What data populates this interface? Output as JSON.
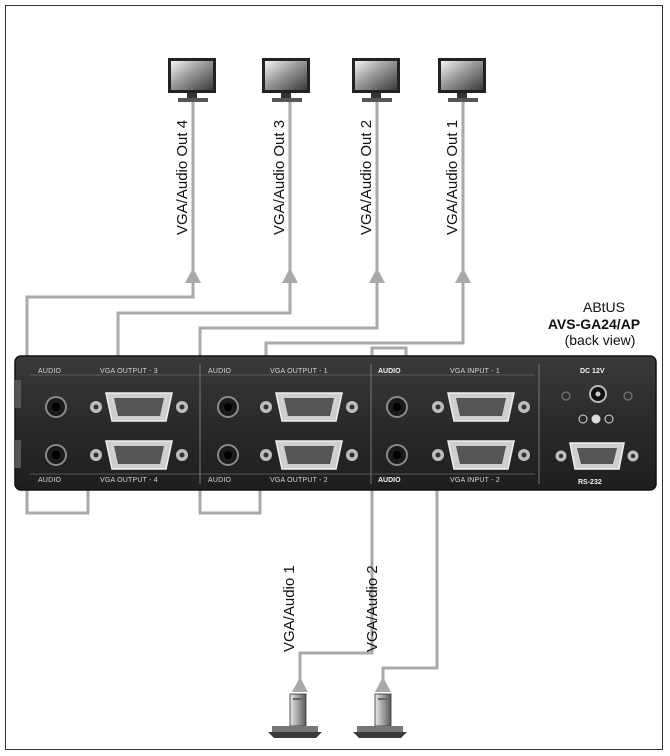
{
  "outputs": [
    {
      "label": "VGA/Audio Out 4"
    },
    {
      "label": "VGA/Audio Out 3"
    },
    {
      "label": "VGA/Audio Out 2"
    },
    {
      "label": "VGA/Audio Out 1"
    }
  ],
  "inputs": [
    {
      "label": "VGA/Audio 1"
    },
    {
      "label": "VGA/Audio 2"
    }
  ],
  "device": {
    "brand": "ABtUS",
    "model": "AVS-GA24/AP",
    "view": "(back view)"
  },
  "panel": {
    "audio": "AUDIO",
    "out3": "VGA OUTPUT - 3",
    "out1": "VGA OUTPUT - 1",
    "out4": "VGA OUTPUT - 4",
    "out2": "VGA OUTPUT - 2",
    "in1": "VGA INPUT - 1",
    "in2": "VGA INPUT - 2",
    "dc": "DC 12V",
    "rs232": "RS-232"
  },
  "colors": {
    "cable": "#a9a9a9",
    "panel": "#2e2e2e",
    "bezel": "#8a8a8a"
  }
}
